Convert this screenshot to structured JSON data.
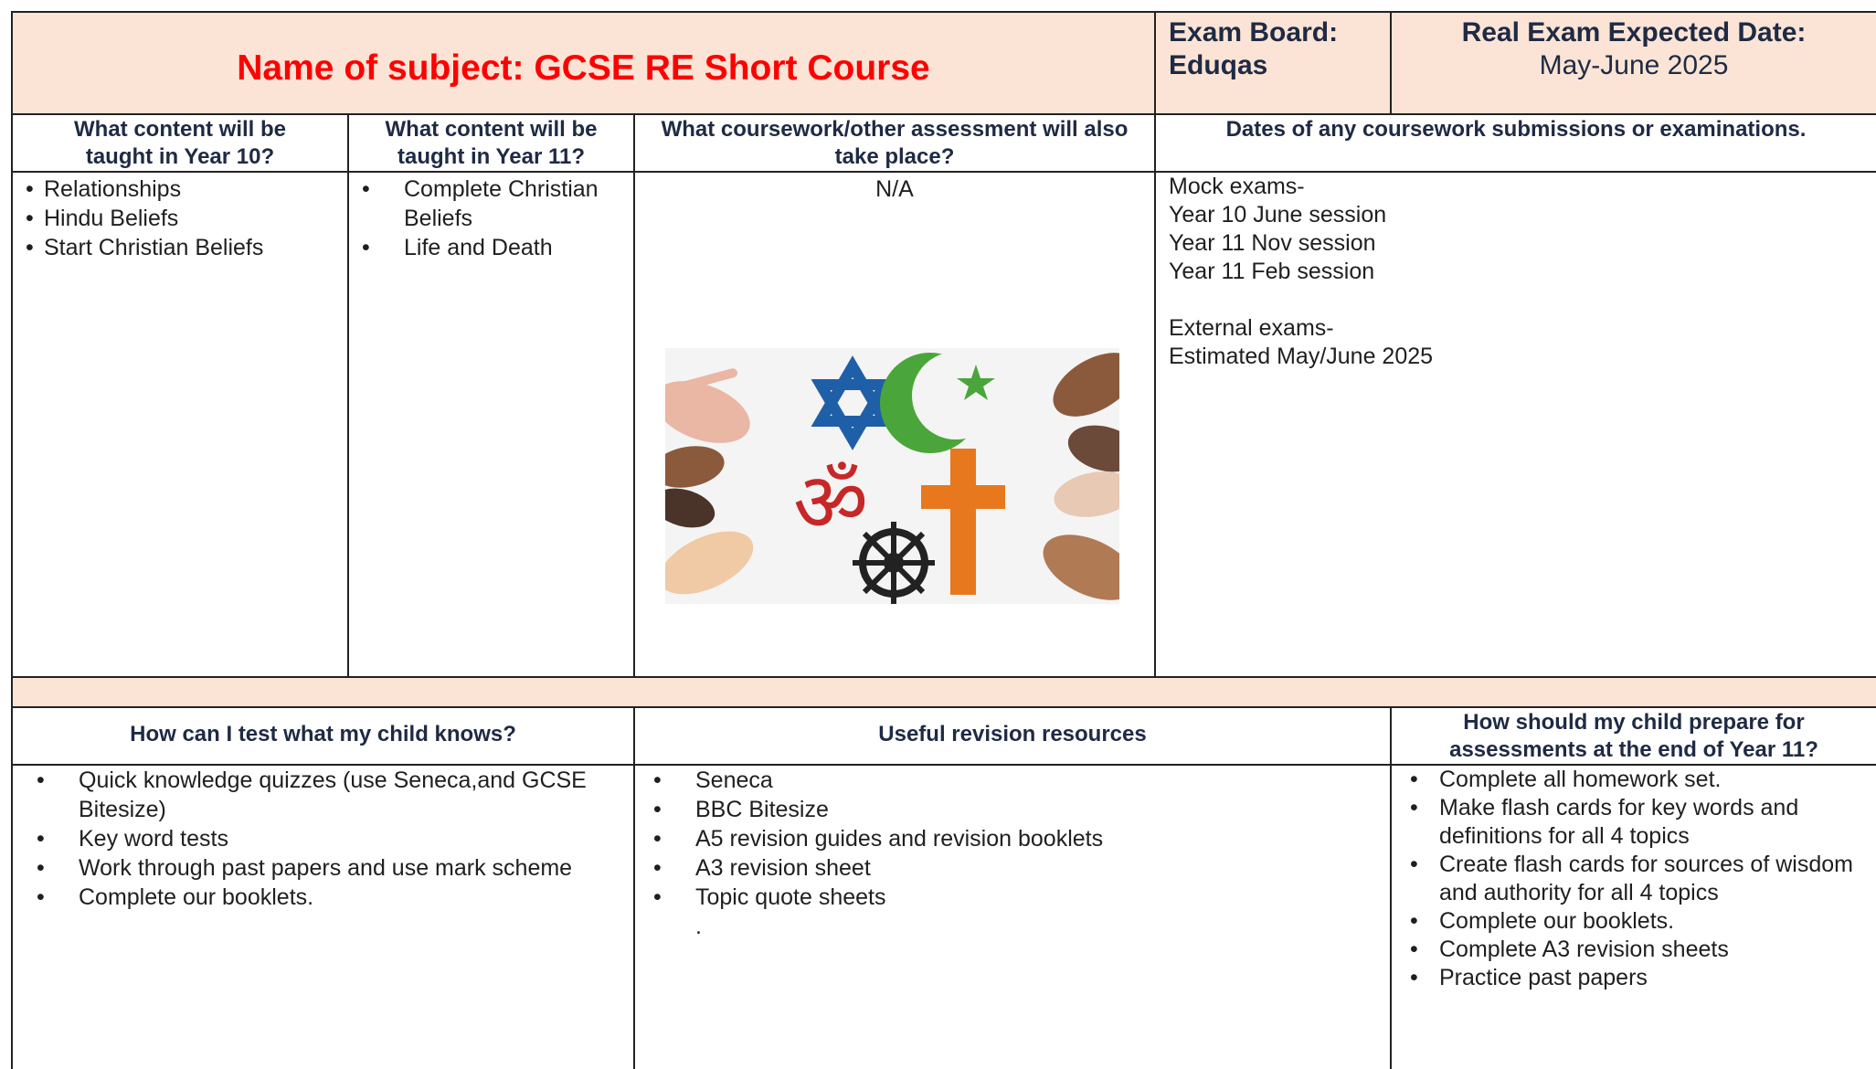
{
  "header": {
    "subject_title": "Name of subject: GCSE RE Short Course",
    "exam_board_label": "Exam Board:",
    "exam_board_value": "Eduqas",
    "exam_date_label": "Real Exam Expected Date:",
    "exam_date_value": "May-June 2025"
  },
  "section1": {
    "headers": {
      "year10": "What content will be taught in Year 10?",
      "year11": "What content will be taught in Year 11?",
      "coursework": "What coursework/other assessment will also take place?",
      "dates": "Dates of any coursework submissions or examinations."
    },
    "year10_items": [
      "Relationships",
      "Hindu Beliefs",
      "Start Christian Beliefs"
    ],
    "year11_items": [
      "Complete Christian Beliefs",
      "Life and Death"
    ],
    "coursework_text": "N/A",
    "dates_lines": [
      "Mock exams-",
      "Year 10 June session",
      "Year 11 Nov session",
      "Year 11 Feb session",
      "",
      "External exams-",
      "Estimated May/June 2025"
    ]
  },
  "section2": {
    "headers": {
      "test": "How can I test what my child knows?",
      "resources": "Useful revision resources",
      "prepare": "How should my child prepare for assessments at the end of Year 11?"
    },
    "test_items": [
      "Quick knowledge quizzes (use Seneca,and GCSE Bitesize)",
      "Key word tests",
      "Work through past papers and use mark scheme",
      "Complete our  booklets."
    ],
    "resources_items": [
      "Seneca",
      "BBC Bitesize",
      "A5 revision guides and revision booklets",
      "A3 revision sheet",
      "Topic quote sheets"
    ],
    "resources_extra": ".",
    "prepare_items": [
      "Complete all homework set.",
      "Make flash cards for key words and definitions for all 4 topics",
      "Create flash cards for sources of wisdom and authority for all 4 topics",
      "Complete our booklets.",
      "Complete A3 revision sheets",
      "Practice past papers"
    ]
  },
  "image": {
    "name": "world-religions-symbols-image"
  },
  "colors": {
    "peach": "#fbe4d5",
    "title_red": "#ff0000",
    "border": "#222222"
  }
}
